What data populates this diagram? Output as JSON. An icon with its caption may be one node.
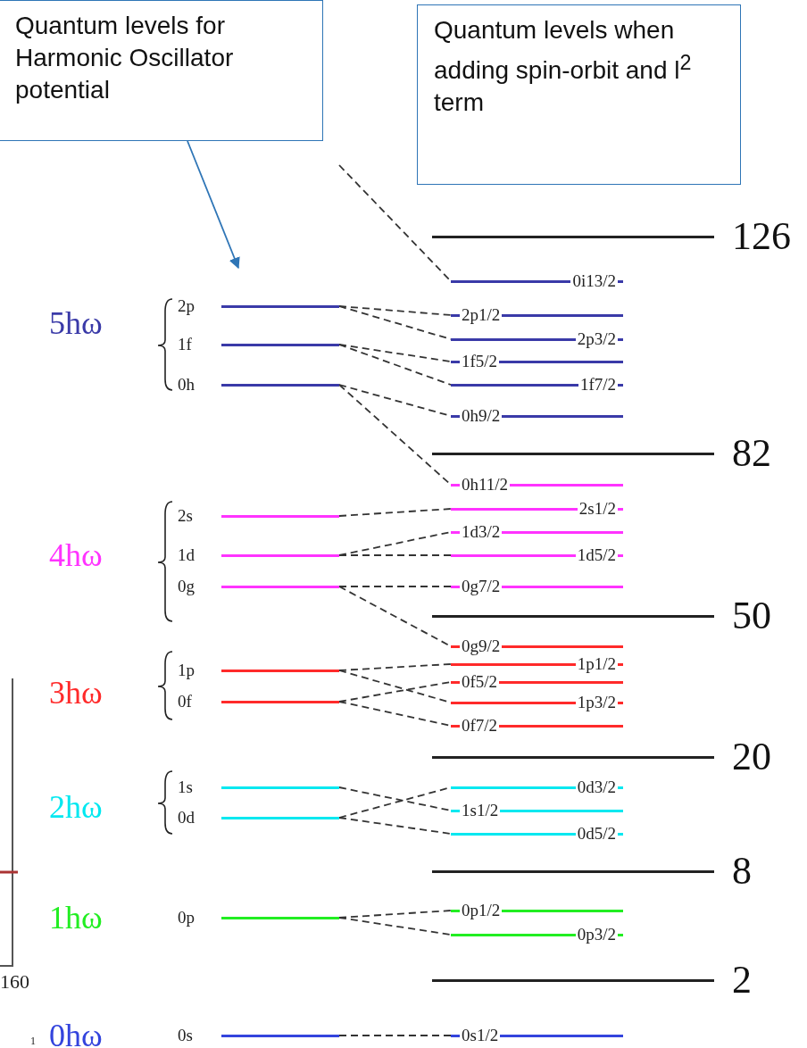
{
  "diagram": {
    "nodes": [
      {
        "text": [
          "Quantum levels for Harmonic Oscillator potential"
        ]
      },
      {
        "text": [
          "Quantum levels when adding spin-orbit and l$^{2}$ term"
        ]
      },
      {
        "text": [
          "2p"
        ]
      },
      {
        "text": [
          "1f"
        ]
      },
      {
        "text": [
          "0h"
        ]
      },
      {
        "text": [
          "2s"
        ]
      },
      {
        "text": [
          "1d"
        ]
      },
      {
        "text": [
          "0g"
        ]
      },
      {
        "text": [
          "1p"
        ]
      },
      {
        "text": [
          "0f"
        ]
      },
      {
        "text": [
          "1s"
        ]
      },
      {
        "text": [
          "0d"
        ]
      },
      {
        "text": [
          "0p"
        ]
      },
      {
        "text": [
          "0s"
        ]
      },
      {
        "text": [
          "126"
        ]
      },
      {
        "text": [
          "0i13/2"
        ]
      },
      {
        "text": [
          "2p1/2"
        ]
      },
      {
        "text": [
          "2p3/2"
        ]
      },
      {
        "text": [
          "1f5/2"
        ]
      },
      {
        "text": [
          "1f7/2"
        ]
      },
      {
        "text": [
          "0h9/2"
        ]
      },
      {
        "text": [
          "82"
        ]
      },
      {
        "text": [
          "0h11/2"
        ]
      },
      {
        "text": [
          "2s1/2"
        ]
      },
      {
        "text": [
          "1d3/2"
        ]
      },
      {
        "text": [
          "1d5/2"
        ]
      },
      {
        "text": [
          "0g7/2"
        ]
      },
      {
        "text": [
          "50"
        ]
      },
      {
        "text": [
          "0g9/2"
        ]
      },
      {
        "text": [
          "1p1/2"
        ]
      },
      {
        "text": [
          "0f5/2"
        ]
      },
      {
        "text": [
          "1p3/2"
        ]
      },
      {
        "text": [
          "0f7/2"
        ]
      },
      {
        "text": [
          "20"
        ]
      },
      {
        "text": [
          "0d3/2"
        ]
      },
      {
        "text": [
          "1s1/2"
        ]
      },
      {
        "text": [
          "0d5/2"
        ]
      },
      {
        "text": [
          "8"
        ]
      },
      {
        "text": [
          "0p1/2"
        ]
      },
      {
        "text": [
          "0p3/2"
        ]
      },
      {
        "text": [
          "2"
        ]
      },
      {
        "text": [
          "0s1/2"
        ]
      }
    ],
    "edges": [
      {
        "from": 0,
        "to": null,
        "arrow": "to",
        "color": "#2e75b6"
      },
      {
        "from": null,
        "to": 15,
        "arrow": "none",
        "style": "dashed"
      },
      {
        "from": 2,
        "to": 16,
        "arrow": "none",
        "style": "dashed"
      },
      {
        "from": 2,
        "to": 17,
        "arrow": "none",
        "style": "dashed"
      },
      {
        "from": 3,
        "to": 18,
        "arrow": "none",
        "style": "dashed"
      },
      {
        "from": 3,
        "to": 19,
        "arrow": "none",
        "style": "dashed"
      },
      {
        "from": 4,
        "to": 20,
        "arrow": "none",
        "style": "dashed"
      },
      {
        "from": 4,
        "to": 22,
        "arrow": "none",
        "style": "dashed"
      },
      {
        "from": 5,
        "to": 23,
        "arrow": "none",
        "style": "dashed"
      },
      {
        "from": 6,
        "to": 24,
        "arrow": "none",
        "style": "dashed"
      },
      {
        "from": 6,
        "to": 25,
        "arrow": "none",
        "style": "dashed"
      },
      {
        "from": 7,
        "to": 26,
        "arrow": "none",
        "style": "dashed"
      },
      {
        "from": 7,
        "to": 28,
        "arrow": "none",
        "style": "dashed"
      },
      {
        "from": 8,
        "to": 29,
        "arrow": "none",
        "style": "dashed"
      },
      {
        "from": 8,
        "to": 31,
        "arrow": "none",
        "style": "dashed"
      },
      {
        "from": 9,
        "to": 30,
        "arrow": "none",
        "style": "dashed"
      },
      {
        "from": 9,
        "to": 32,
        "arrow": "none",
        "style": "dashed"
      },
      {
        "from": 10,
        "to": 35,
        "arrow": "none",
        "style": "dashed"
      },
      {
        "from": 11,
        "to": 34,
        "arrow": "none",
        "style": "dashed"
      },
      {
        "from": 11,
        "to": 36,
        "arrow": "none",
        "style": "dashed"
      },
      {
        "from": 12,
        "to": 38,
        "arrow": "none",
        "style": "dashed"
      },
      {
        "from": 12,
        "to": 39,
        "arrow": "none",
        "style": "dashed"
      },
      {
        "from": 13,
        "to": 41,
        "arrow": "none",
        "style": "dashed"
      }
    ],
    "labels": [
      "5hω",
      "4hω",
      "3hω",
      "2hω",
      "1hω",
      "160",
      "0hω",
      "1"
    ]
  }
}
